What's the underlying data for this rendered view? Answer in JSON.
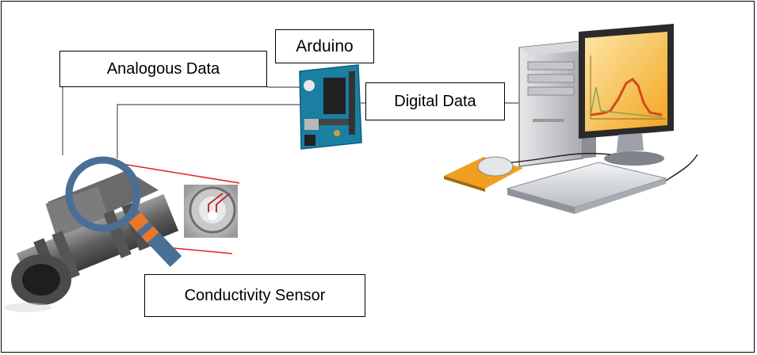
{
  "labels": {
    "analogous_data": "Analogous Data",
    "arduino": "Arduino",
    "digital_data": "Digital Data",
    "conductivity_sensor": "Conductivity Sensor"
  },
  "colors": {
    "wire": "#555555",
    "zoom_line": "#e02020",
    "magnifier_ring": "#4a6f96",
    "magnifier_stripe": "#e8772a",
    "arduino_board": "#1a7fa3",
    "monitor_screen": "#f6b73c",
    "mouse_pad": "#f0a020"
  }
}
